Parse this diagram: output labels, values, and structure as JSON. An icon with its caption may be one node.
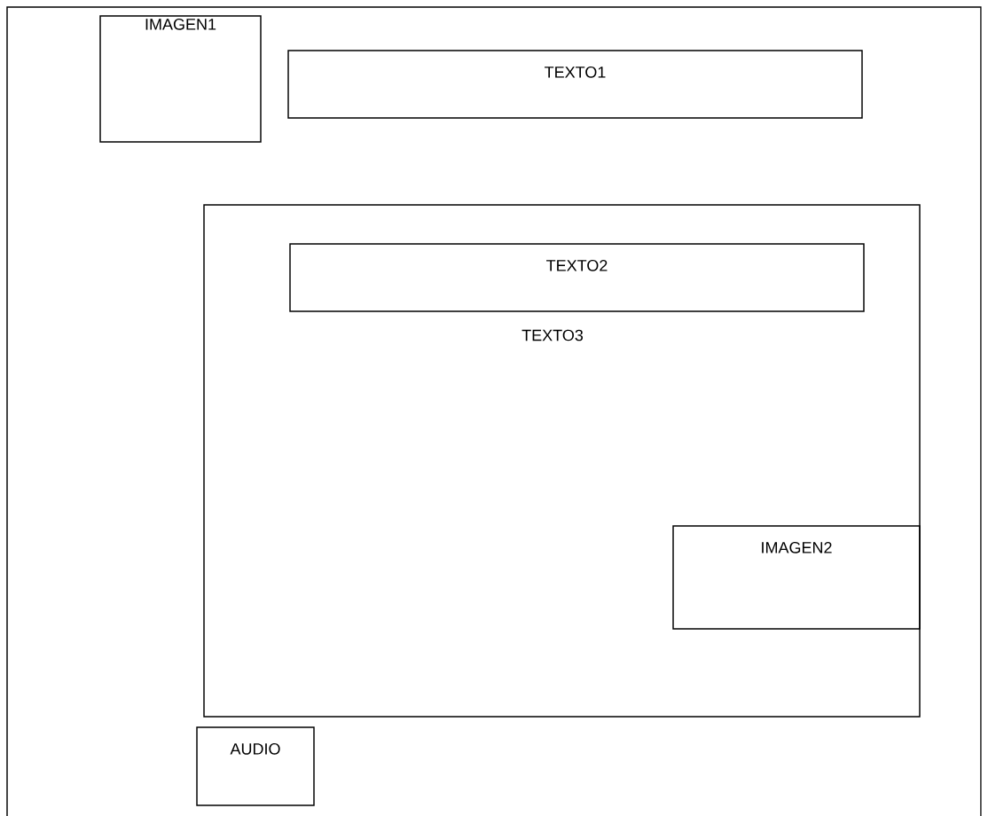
{
  "diagram": {
    "nodes": [
      {
        "text": [
          "IMAGEN1"
        ]
      },
      {
        "text": [
          "TEXTO1"
        ]
      },
      {
        "text": [],
        "shape": "box"
      },
      {
        "text": [
          "TEXTO2"
        ],
        "in": 2
      },
      {
        "text": [
          "IMAGEN2"
        ],
        "in": 2
      },
      {
        "text": [
          "AUDIO"
        ]
      }
    ],
    "labels": [
      "TEXTO3"
    ]
  }
}
